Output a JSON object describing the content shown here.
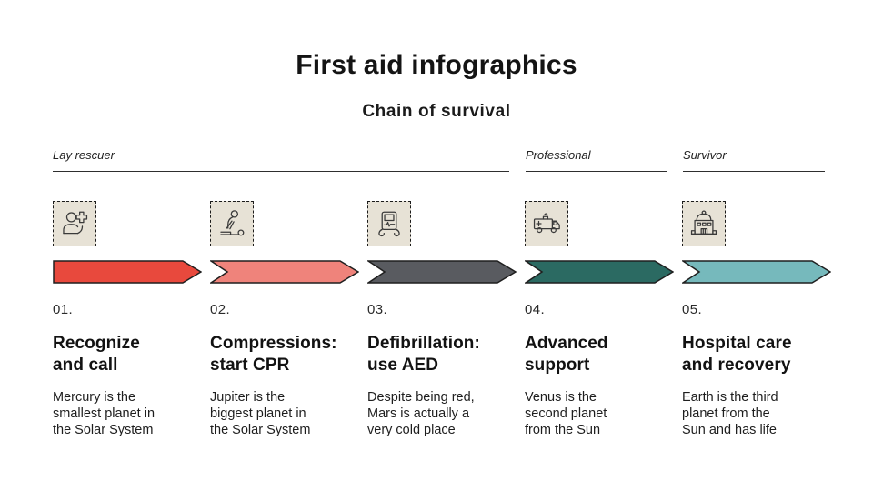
{
  "header": {
    "title": "First aid infographics",
    "subtitle": "Chain of survival"
  },
  "groups": [
    {
      "label": "Lay rescuer"
    },
    {
      "label": "Professional"
    },
    {
      "label": "Survivor"
    }
  ],
  "steps": [
    {
      "number": "01.",
      "title": "Recognize\nand call",
      "description": "Mercury is the\nsmallest planet in\nthe Solar System",
      "icon": "first-aider-person-icon",
      "arrow_color": "#e8493d"
    },
    {
      "number": "02.",
      "title": "Compressions:\nstart CPR",
      "description": "Jupiter is the\nbiggest planet in\nthe Solar System",
      "icon": "cpr-compressions-icon",
      "arrow_color": "#ef837b"
    },
    {
      "number": "03.",
      "title": "Defibrillation:\nuse AED",
      "description": "Despite being red,\nMars is actually a\nvery cold place",
      "icon": "aed-defibrillator-icon",
      "arrow_color": "#595b60"
    },
    {
      "number": "04.",
      "title": "Advanced\nsupport",
      "description": "Venus is the\nsecond planet\nfrom the Sun",
      "icon": "ambulance-icon",
      "arrow_color": "#2b6a62"
    },
    {
      "number": "05.",
      "title": "Hospital care\nand recovery",
      "description": "Earth is the third\nplanet from the\nSun and has life",
      "icon": "hospital-building-icon",
      "arrow_color": "#76b9bc"
    }
  ],
  "colors": {
    "arrow_outline": "#1f1f1f",
    "icon_box_background": "#e7e2d6",
    "icon_box_border": "#1c1c1c"
  }
}
